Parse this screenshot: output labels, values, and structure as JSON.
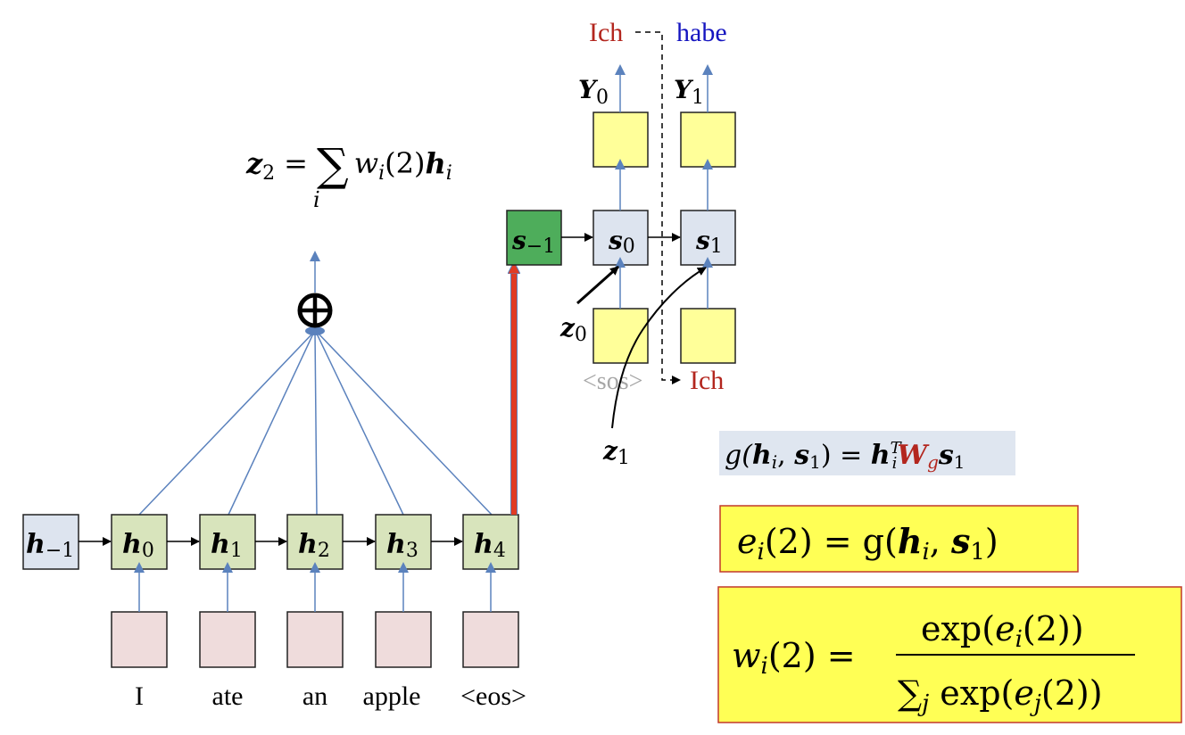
{
  "colors": {
    "hidden_prev": "#dde4ef",
    "encoder_hidden": "#d8e4bc",
    "input_embed": "#efdcdc",
    "decoder_state": "#dde4ef",
    "decoder_init": "#4ead5b",
    "decoder_io": "#ffff99",
    "arrow_blue": "#5b82bd",
    "arrow_red": "#e03b24",
    "text_red": "#b3261e",
    "text_blue": "#1515c0",
    "text_gray": "#a6a6a6",
    "formula_box_yellow": "#ffff55",
    "formula_box_border": "#c0392b",
    "g_box_bg": "#dfe6f0"
  },
  "encoder": {
    "initial_state": {
      "symbol": "h",
      "subscript": "−1"
    },
    "states": [
      {
        "symbol": "h",
        "subscript": "0"
      },
      {
        "symbol": "h",
        "subscript": "1"
      },
      {
        "symbol": "h",
        "subscript": "2"
      },
      {
        "symbol": "h",
        "subscript": "3"
      },
      {
        "symbol": "h",
        "subscript": "4"
      }
    ],
    "input_words": [
      "I",
      "ate",
      "an",
      "apple",
      "<eos>"
    ]
  },
  "sum_node": {
    "symbol": "⊕"
  },
  "context_formula": {
    "lhs": "z",
    "lhs_sub": "2",
    "eq": "=",
    "sigma": "∑",
    "sigma_sub": "i",
    "w": "w",
    "w_sub": "i",
    "arg": "(2)",
    "h": "h",
    "h_sub": "i"
  },
  "decoder": {
    "initial_state": {
      "symbol": "s",
      "subscript": "−1"
    },
    "states": [
      {
        "symbol": "s",
        "subscript": "0"
      },
      {
        "symbol": "s",
        "subscript": "1"
      }
    ],
    "outputs": [
      {
        "symbol": "Y",
        "subscript": "0"
      },
      {
        "symbol": "Y",
        "subscript": "1"
      }
    ],
    "output_words": [
      "Ich",
      "habe"
    ],
    "input_words": [
      "<sos>",
      "Ich"
    ],
    "context_labels": [
      {
        "symbol": "z",
        "subscript": "0"
      },
      {
        "symbol": "z",
        "subscript": "1"
      }
    ]
  },
  "g_formula": {
    "text_g": "g(",
    "h": "h",
    "h_sub": "i",
    "comma": ", ",
    "s": "s",
    "s_sub": "1",
    "close": ") = ",
    "h2": "h",
    "h2_sup": "T",
    "h2_sub": "i",
    "W": "W",
    "W_sub": "g",
    "s2": "s",
    "s2_sub": "1"
  },
  "e_formula": {
    "e": "e",
    "e_sub": "i",
    "arg": "(2) = g(",
    "h": "h",
    "h_sub": "i",
    "comma": ", ",
    "s": "s",
    "s_sub": "1",
    "close": ")"
  },
  "w_formula": {
    "w": "w",
    "w_sub": "i",
    "arg": "(2) = ",
    "num_pre": "exp(",
    "num_e": "e",
    "num_e_sub": "i",
    "num_post": "(2))",
    "den_sigma": "∑",
    "den_sigma_sub": "j",
    "den_pre": " exp(",
    "den_e": "e",
    "den_e_sub": "j",
    "den_post": "(2))"
  }
}
